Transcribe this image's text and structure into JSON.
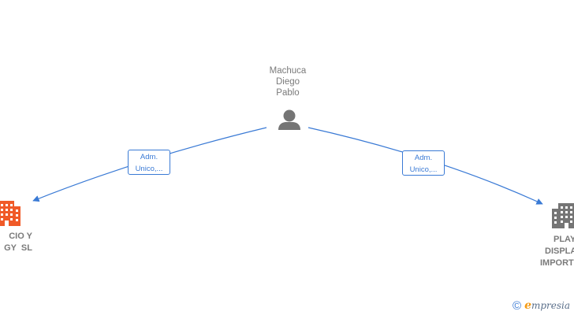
{
  "person": {
    "name_lines": [
      "Machuca",
      "Diego",
      "Pablo"
    ],
    "icon": "person-icon",
    "color": "#757575"
  },
  "companies": [
    {
      "label_lines": [
        "CIO Y",
        "GY  SL"
      ],
      "icon": "building-icon",
      "color": "#f05a28"
    },
    {
      "label_lines": [
        "PLAY",
        "DISPLA",
        "IMPORT"
      ],
      "icon": "building-icon",
      "color": "#757575"
    }
  ],
  "edges": [
    {
      "label_lines": [
        "Adm.",
        "Unico,..."
      ]
    },
    {
      "label_lines": [
        "Adm.",
        "Unico,..."
      ]
    }
  ],
  "colors": {
    "edge": "#3a7ad5",
    "text": "#7a7a7a"
  },
  "footer": {
    "copyright_symbol": "©",
    "brand_initial": "e",
    "brand_rest": "mpresia"
  }
}
